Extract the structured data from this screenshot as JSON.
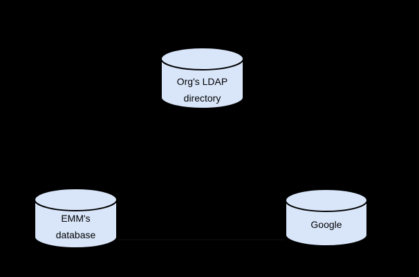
{
  "canvas": {
    "background": "#000000"
  },
  "colors": {
    "node_fill": "#d9e6fa",
    "node_stroke": "#000000",
    "label_text": "#000000",
    "connector_trace": "#0a0a0a"
  },
  "nodes": {
    "ldap": {
      "type": "database-cylinder",
      "lines": [
        "Org's LDAP",
        "directory"
      ]
    },
    "emm": {
      "type": "database-cylinder",
      "lines": [
        "EMM's",
        "database"
      ]
    },
    "google": {
      "type": "database-cylinder",
      "lines": [
        "Google"
      ]
    }
  }
}
